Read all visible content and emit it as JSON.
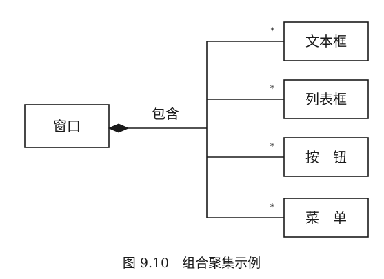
{
  "diagram": {
    "whole": {
      "label": "窗口"
    },
    "association": {
      "label": "包含"
    },
    "parts": [
      {
        "label": "文本框",
        "multiplicity": "*"
      },
      {
        "label": "列表框",
        "multiplicity": "*"
      },
      {
        "label": "按　钮",
        "multiplicity": "*"
      },
      {
        "label": "菜　单",
        "multiplicity": "*"
      }
    ]
  },
  "caption": "图 9.10　组合聚集示例"
}
